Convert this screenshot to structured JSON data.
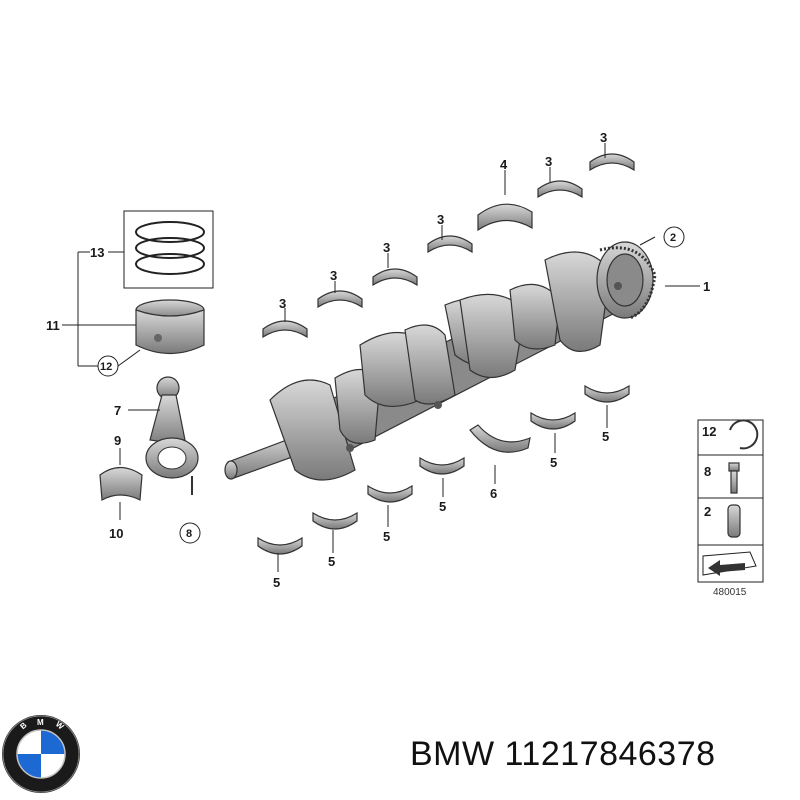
{
  "diagram": {
    "callouts": {
      "c1": "1",
      "c2": "2",
      "c3": "3",
      "c4": "4",
      "c5": "5",
      "c6": "6",
      "c7": "7",
      "c8": "8",
      "c9": "9",
      "c10": "10",
      "c11": "11",
      "c12": "12",
      "c13": "13"
    },
    "legend": {
      "l12": "12",
      "l8": "8",
      "l2": "2"
    },
    "reference_number": "480015"
  },
  "brand": {
    "name": "BMW",
    "part_number": "11217846378",
    "logo_letters": "BMW",
    "logo_colors": {
      "blue": "#1c69d4",
      "white": "#ffffff",
      "ring": "#1a1a1a"
    }
  }
}
